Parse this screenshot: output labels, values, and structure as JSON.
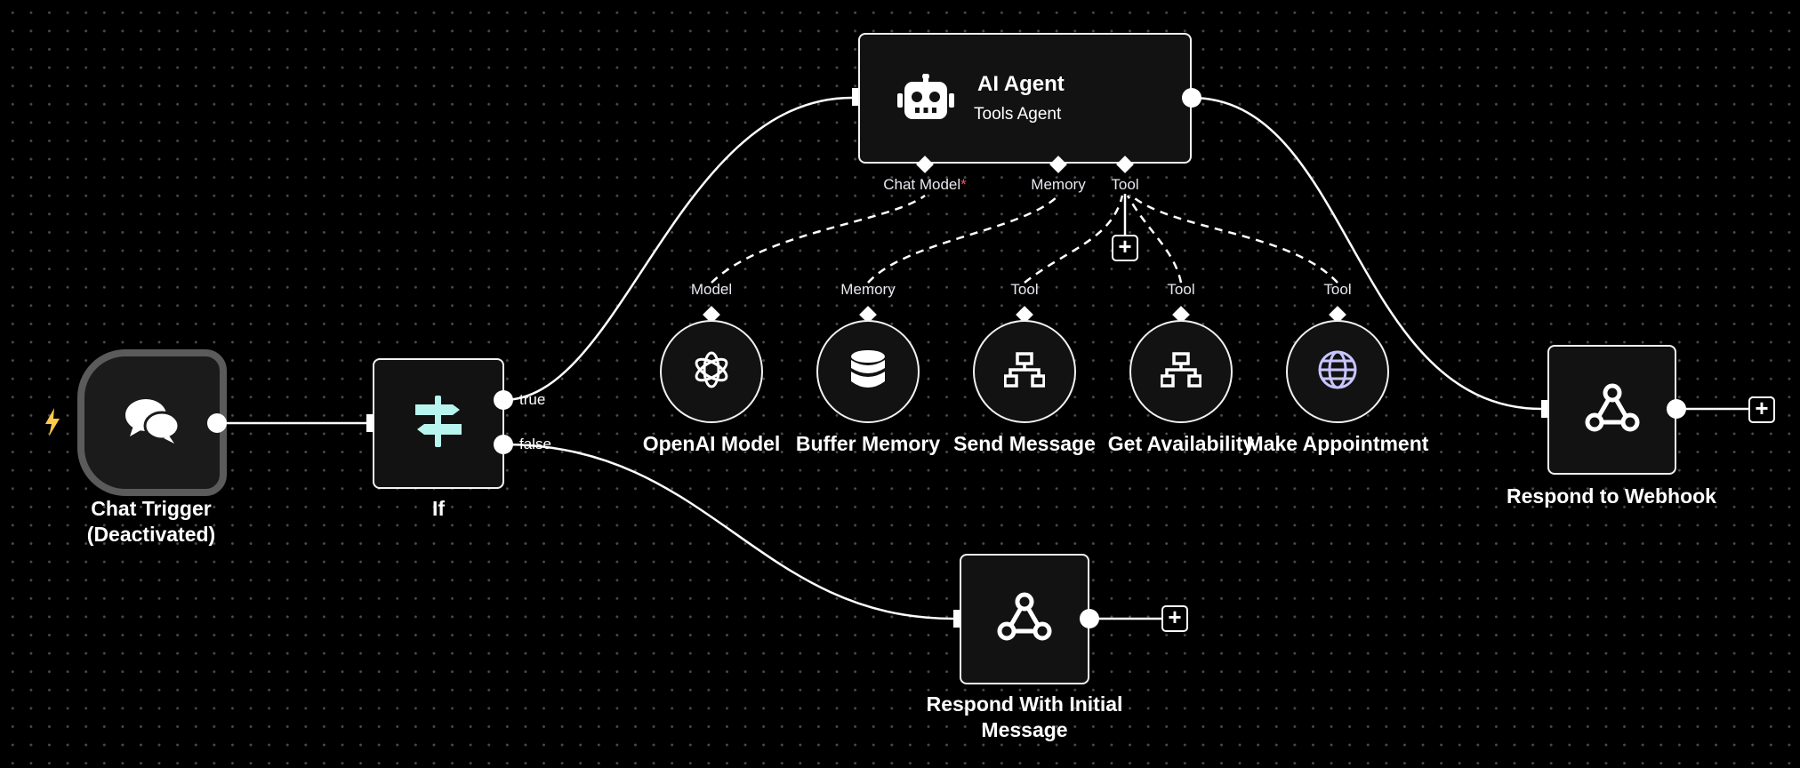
{
  "canvas": {
    "nodes": {
      "chat_trigger": {
        "name": "Chat Trigger",
        "status": "(Deactivated)"
      },
      "if_node": {
        "name": "If",
        "true_label": "true",
        "false_label": "false"
      },
      "ai_agent": {
        "title": "AI Agent",
        "subtitle": "Tools Agent",
        "ports": {
          "chat_model": "Chat Model",
          "required_mark": "*",
          "memory": "Memory",
          "tool": "Tool"
        }
      },
      "openai_model": {
        "name": "OpenAI Model",
        "port": "Model"
      },
      "buffer_memory": {
        "name": "Buffer Memory",
        "port": "Memory"
      },
      "send_message": {
        "name": "Send Message",
        "port": "Tool"
      },
      "get_availability": {
        "name": "Get Availability",
        "port": "Tool"
      },
      "make_appointment": {
        "name": "Make Appointment",
        "port": "Tool"
      },
      "respond_webhook": {
        "name": "Respond to Webhook"
      },
      "respond_initial": {
        "name_line1": "Respond With Initial",
        "name_line2": "Message"
      }
    },
    "icons": {
      "trigger": "lightning-icon",
      "chat": "chat-bubbles-icon",
      "if": "signpost-icon",
      "agent": "robot-icon",
      "openai": "openai-icon",
      "memory": "database-icon",
      "http": "network-icon",
      "globe": "globe-icon",
      "webhook": "webhook-icon",
      "add": "plus-icon"
    },
    "colors": {
      "background": "#000000",
      "node_fill": "#121212",
      "node_border": "#f2f2f2",
      "if_icon": "#b8f5ef",
      "trigger_bolt": "#ffc94d",
      "required": "#ff4d6d"
    }
  }
}
